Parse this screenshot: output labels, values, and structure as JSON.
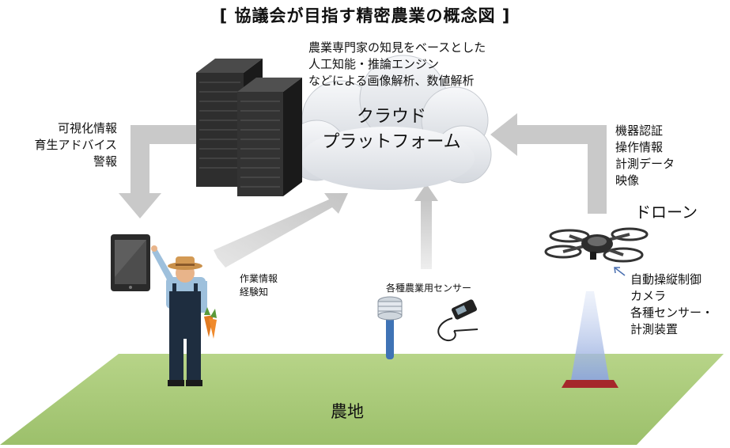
{
  "title": "[ 協議会が目指す精密農業の概念図 ]",
  "cloud": {
    "label_line1": "クラウド",
    "label_line2": "プラットフォーム",
    "analysis_line1": "農業専門家の知見をベースとした",
    "analysis_line2": "人工知能・推論エンジン",
    "analysis_line3": "などによる画像解析、数値解析"
  },
  "farmer_feedback": {
    "line1": "可視化情報",
    "line2": "育生アドバイス",
    "line3": "警報"
  },
  "drone_data": {
    "line1": "機器認証",
    "line2": "操作情報",
    "line3": "計測データ",
    "line4": "映像"
  },
  "drone": {
    "label": "ドローン",
    "features_line1": "自動操縦制御",
    "features_line2": "カメラ",
    "features_line3": "各種センサー・",
    "features_line4": "計測装置"
  },
  "work_info": {
    "line1": "作業情報",
    "line2": "経験知"
  },
  "sensor_label": "各種農業用センサー",
  "field_label": "農地",
  "colors": {
    "field": "#a9c97a",
    "arrow": "#c8c8c8",
    "server": "#2b2b2b",
    "cloud": "#e9ebee",
    "overalls": "#1e2d3f",
    "beam": "#9fb3e0",
    "beam_base": "#a5282b"
  }
}
